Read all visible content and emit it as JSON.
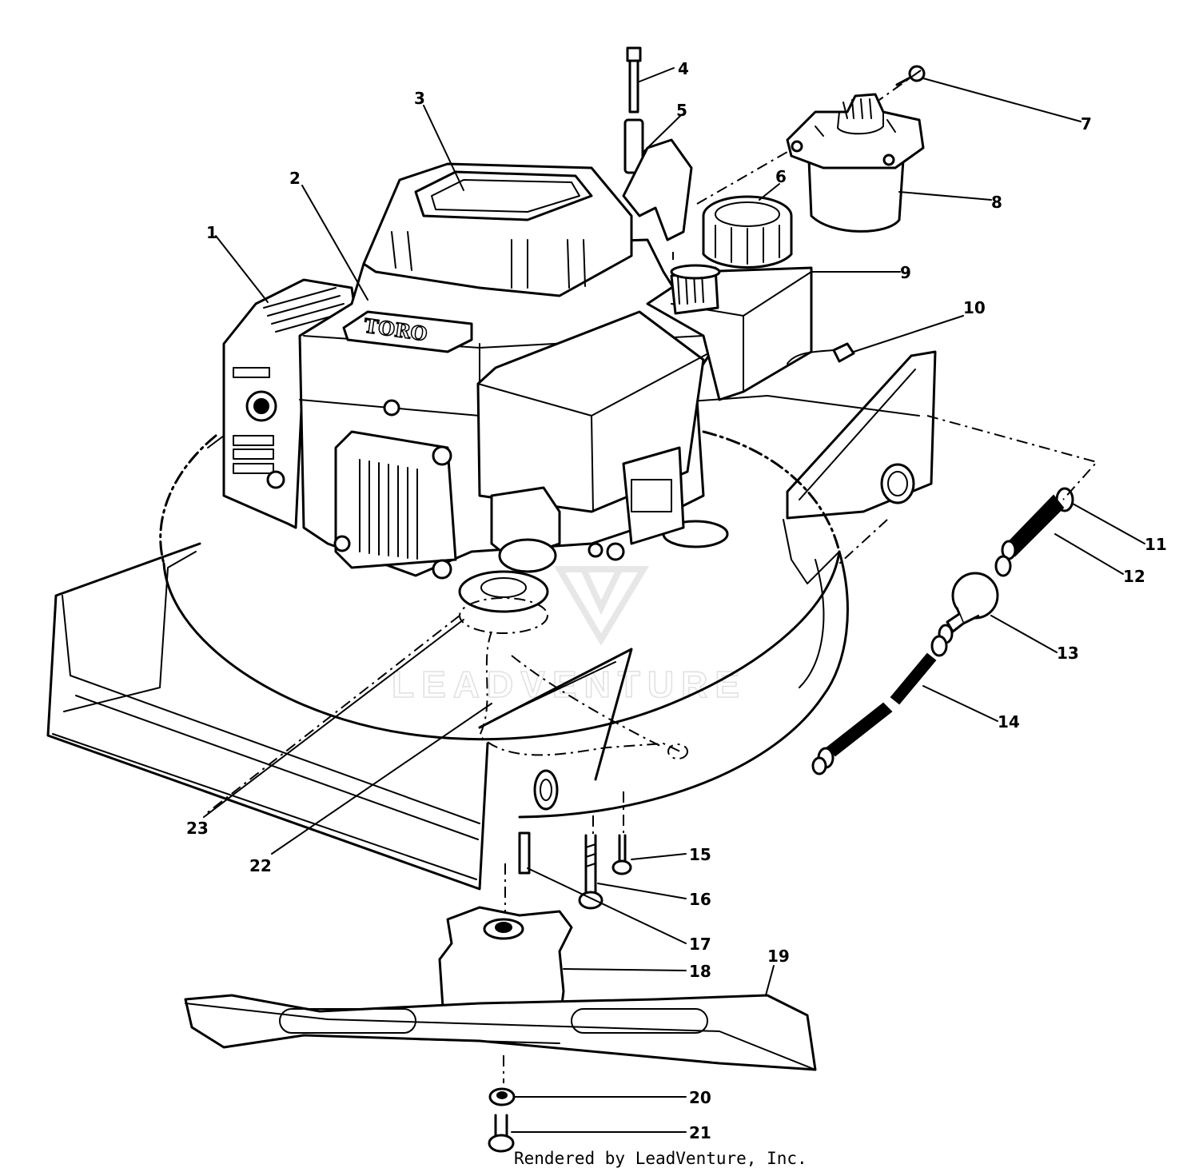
{
  "diagram": {
    "callouts": [
      {
        "id": "1",
        "text": "1"
      },
      {
        "id": "2",
        "text": "2"
      },
      {
        "id": "3",
        "text": "3"
      },
      {
        "id": "4",
        "text": "4"
      },
      {
        "id": "5",
        "text": "5"
      },
      {
        "id": "6",
        "text": "6"
      },
      {
        "id": "7",
        "text": "7"
      },
      {
        "id": "8",
        "text": "8"
      },
      {
        "id": "9",
        "text": "9"
      },
      {
        "id": "10",
        "text": "10"
      },
      {
        "id": "11",
        "text": "11"
      },
      {
        "id": "12",
        "text": "12"
      },
      {
        "id": "13",
        "text": "13"
      },
      {
        "id": "14",
        "text": "14"
      },
      {
        "id": "15",
        "text": "15"
      },
      {
        "id": "16",
        "text": "16"
      },
      {
        "id": "17",
        "text": "17"
      },
      {
        "id": "18",
        "text": "18"
      },
      {
        "id": "19",
        "text": "19"
      },
      {
        "id": "20",
        "text": "20"
      },
      {
        "id": "21",
        "text": "21"
      },
      {
        "id": "22",
        "text": "22"
      },
      {
        "id": "23",
        "text": "23"
      }
    ],
    "engine_brand": "TORO",
    "watermark": "LEADVENTURE",
    "credit": "Rendered by LeadVenture, Inc."
  }
}
